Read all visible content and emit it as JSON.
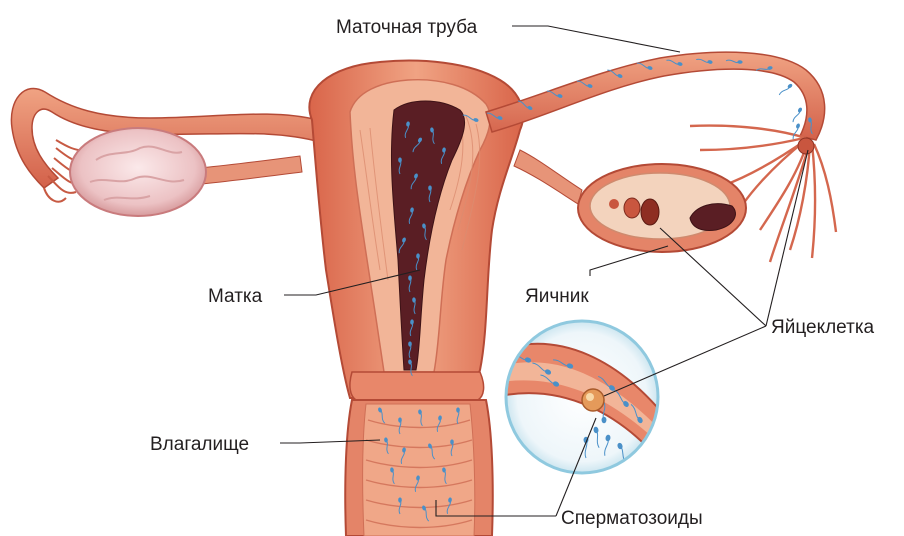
{
  "labels": {
    "fallopian_tube": "Маточная труба",
    "uterus": "Матка",
    "ovary": "Яичник",
    "egg": "Яйцеклетка",
    "vagina": "Влагалище",
    "sperm": "Сперматозоиды"
  },
  "colors": {
    "tissue_outer": "#e8876a",
    "tissue_light": "#f1b79c",
    "tissue_dark": "#c9563f",
    "cavity": "#5a1e24",
    "sperm": "#4a90c8",
    "ovary_tissue": "#f3d3bd",
    "zoom_circle_border": "#8fc9df",
    "label_text": "#231f20"
  },
  "icons": {
    "sperm": "sperm-cell-icon",
    "egg": "egg-cell-icon"
  }
}
